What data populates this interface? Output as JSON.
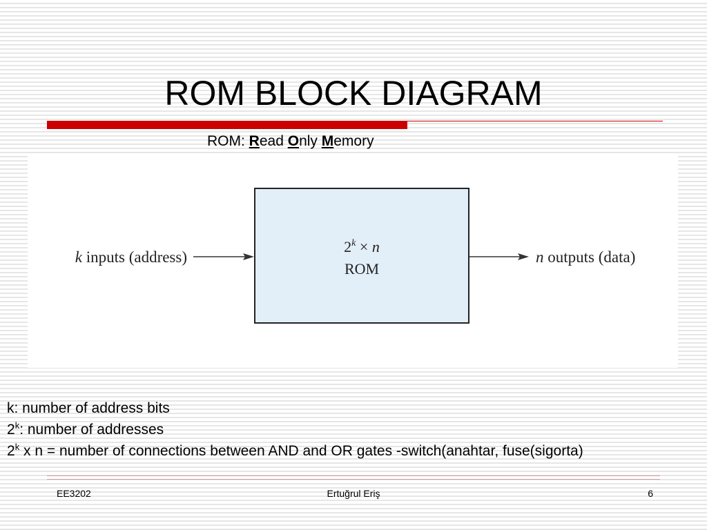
{
  "slide": {
    "title": "ROM BLOCK DIAGRAM",
    "subtitle": {
      "prefix": "ROM: ",
      "r_bold": "R",
      "r_rest": "ead ",
      "o_bold": "O",
      "o_rest": "nly ",
      "m_bold": "M",
      "m_rest": "emory"
    },
    "accent_color": "#cc0000"
  },
  "diagram": {
    "box_fill": "#e2eef8",
    "box_line1_base": "2",
    "box_line1_exp": "k",
    "box_line1_rest": " × ",
    "box_line1_n": "n",
    "box_line2": "ROM",
    "input_var": "k",
    "input_label": " inputs (address)",
    "output_var": "n",
    "output_label": " outputs (data)"
  },
  "notes": {
    "line1": "k:  number of address bits",
    "line2_base": "2",
    "line2_exp": "k",
    "line2_rest": ": number of addresses",
    "line3_base": "2",
    "line3_exp": "k",
    "line3_rest": " x n = number of connections between AND and OR gates -switch(anahtar, fuse(sigorta)"
  },
  "footer": {
    "left": "EE3202",
    "center": "Ertuğrul Eriş",
    "right": "6"
  }
}
